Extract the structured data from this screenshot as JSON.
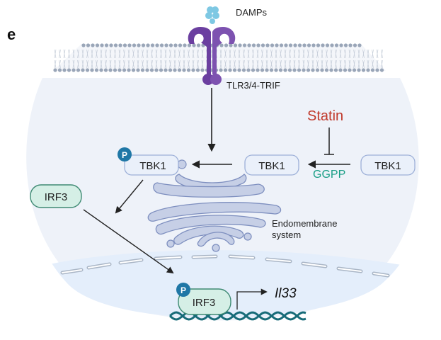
{
  "panel_label": "e",
  "receptor": {
    "ligand_label": "DAMPs",
    "receptor_label": "TLR3/4-TRIF"
  },
  "inhibitor": {
    "label": "Statin",
    "color": "#c0392b"
  },
  "metabolite": {
    "label": "GGPP",
    "color": "#1a9e86"
  },
  "proteins": {
    "tbk1_unmodified": "TBK1",
    "tbk1_membrane": "TBK1",
    "tbk1_phospho": "TBK1",
    "irf3_cytosol": "IRF3",
    "irf3_nuclear": "IRF3"
  },
  "phospho_badge": "P",
  "organelle_label_line1": "Endomembrane",
  "organelle_label_line2": "system",
  "gene_label": "Il33",
  "colors": {
    "receptor": "#6b3fa0",
    "ligand": "#7ec8e3",
    "membrane": "#9aa6b8",
    "cell_fill": "#eef2f9",
    "nucleus_fill": "#e6f0fb",
    "golgi": "#c6cfe6",
    "golgi_stroke": "#7e8fbf",
    "protein_box": "#eaf0fa",
    "protein_box_stroke": "#9db0d8",
    "irf3_fill": "#d5efe6",
    "irf3_stroke": "#3e8a73",
    "phospho": "#1f77a6",
    "dna": "#176b78"
  }
}
